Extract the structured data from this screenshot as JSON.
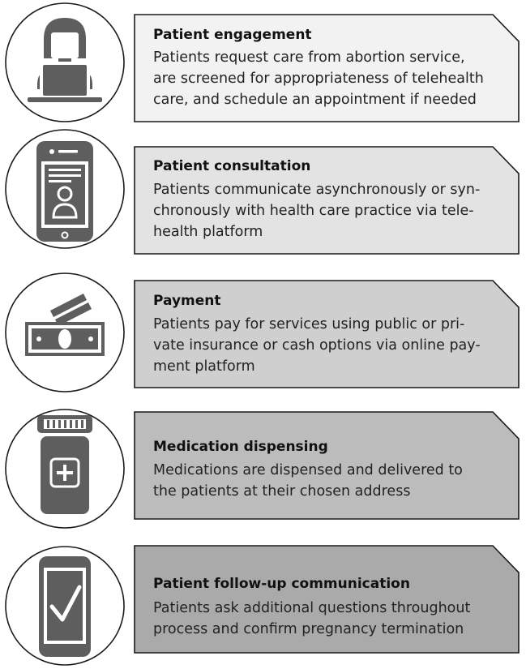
{
  "steps": [
    {
      "title": "Patient engagement",
      "lines": [
        "Patients request care from abortion service,",
        "are screened for appropriateness of telehealth",
        "care, and schedule an appointment if needed"
      ],
      "icon": "person-at-laptop-icon",
      "fill": "#f2f2f2"
    },
    {
      "title": "Patient consultation",
      "lines": [
        "Patients communicate asynchronously or syn-",
        "chronously with health care practice via tele-",
        "health platform"
      ],
      "icon": "phone-profile-icon",
      "fill": "#e3e3e3"
    },
    {
      "title": "Payment",
      "lines": [
        "Patients pay for services using public or pri-",
        "vate insurance or cash options via online pay-",
        "ment platform"
      ],
      "icon": "banknotes-icon",
      "fill": "#cfcfcf"
    },
    {
      "title": "Medication dispensing",
      "lines": [
        "Medications are dispensed and delivered to",
        "the patients at their chosen address"
      ],
      "icon": "pill-bottle-icon",
      "fill": "#bcbcbc"
    },
    {
      "title": "Patient follow-up communication",
      "lines": [
        "Patients ask additional questions throughout",
        "process and confirm pregnancy termination"
      ],
      "icon": "phone-checkmark-icon",
      "fill": "#aaaaaa"
    }
  ]
}
